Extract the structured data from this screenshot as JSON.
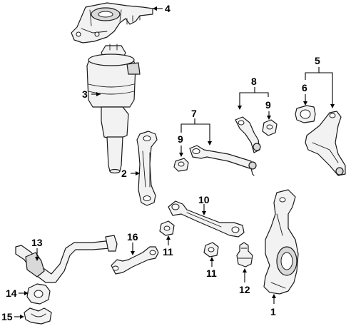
{
  "callouts": [
    {
      "id": "c1",
      "label": "1"
    },
    {
      "id": "c2",
      "label": "2"
    },
    {
      "id": "c3",
      "label": "3"
    },
    {
      "id": "c4",
      "label": "4"
    },
    {
      "id": "c5",
      "label": "5"
    },
    {
      "id": "c6",
      "label": "6"
    },
    {
      "id": "c7",
      "label": "7"
    },
    {
      "id": "c8",
      "label": "8"
    },
    {
      "id": "c9a",
      "label": "9"
    },
    {
      "id": "c9b",
      "label": "9"
    },
    {
      "id": "c10",
      "label": "10"
    },
    {
      "id": "c11a",
      "label": "11"
    },
    {
      "id": "c11b",
      "label": "11"
    },
    {
      "id": "c12",
      "label": "12"
    },
    {
      "id": "c13",
      "label": "13"
    },
    {
      "id": "c14",
      "label": "14"
    },
    {
      "id": "c15",
      "label": "15"
    },
    {
      "id": "c16",
      "label": "16"
    }
  ]
}
